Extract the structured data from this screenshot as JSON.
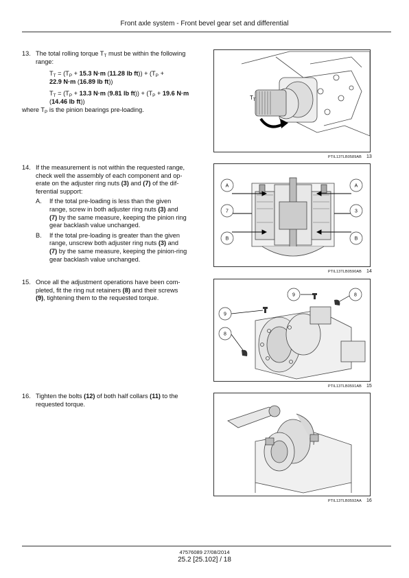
{
  "header": "Front axle system - Front bevel gear set and differential",
  "steps": [
    {
      "number": "13.",
      "lines_intro": "The total rolling torque T",
      "intro_sub": "T",
      "intro_tail": " must be within the following",
      "intro_line2": "range:",
      "formula1": {
        "a": "T",
        "a_sub": "T",
        "b": " = (T",
        "b_sub": "P",
        "c": " + ",
        "c_bold": "15.3 N·m",
        "d": " (",
        "d_bold": "11.28 lb ft",
        "e": ")) + (T",
        "e_sub": "P",
        "f": " +",
        "line2_bold1": "22.9 N·m",
        "line2_mid": " (",
        "line2_bold2": "16.89 lb ft",
        "line2_end": "))"
      },
      "formula2": {
        "a": "T",
        "a_sub": "T",
        "b": " = (T",
        "b_sub": "P",
        "c": " + ",
        "c_bold": "13.3 N·m",
        "d": " (",
        "d_bold": "9.81 lb ft",
        "e": ")) + (T",
        "e_sub": "P",
        "f": " + ",
        "f_bold": "19.6 N·m",
        "line2_mid": "(",
        "line2_bold": "14.46 lb ft",
        "line2_end": "))"
      },
      "where_a": "where T",
      "where_sub": "P",
      "where_b": " is the pinion bearings pre-loading.",
      "figure": {
        "caption": "PTIL13TLB0589AB",
        "number": "13",
        "label": "T",
        "label_sub": "T"
      }
    },
    {
      "number": "14.",
      "l1": "If the measurement is not within the requested range,",
      "l2": "check well the assembly of each component and op-",
      "l3a": "erate on the adjuster ring nuts ",
      "l3b": "(3)",
      "l3c": " and ",
      "l3d": "(7)",
      "l3e": " of the dif-",
      "l4": "ferential support:",
      "subA": {
        "letter": "A.",
        "l1": "If the total pre-loading is less than the given",
        "l2a": "range, screw in both adjuster ring nuts ",
        "l2b": "(3)",
        "l2c": " and",
        "l3a": "(7)",
        "l3b": " by the same measure, keeping the pinion ring",
        "l4": "gear backlash value unchanged."
      },
      "subB": {
        "letter": "B.",
        "l1": "If the total pre-loading is greater than the given",
        "l2a": "range, unscrew both adjuster ring nuts ",
        "l2b": "(3)",
        "l2c": " and",
        "l3a": "(7)",
        "l3b": " by the same measure, keeping the pinion-ring",
        "l4": "gear backlash value unchanged."
      },
      "figure": {
        "caption": "PTIL13TLB0590AB",
        "number": "14",
        "callouts": [
          "A",
          "A",
          "7",
          "3",
          "B",
          "B"
        ]
      }
    },
    {
      "number": "15.",
      "l1": "Once all the adjustment operations have been com-",
      "l2a": "pleted, fit the ring nut retainers ",
      "l2b": "(8)",
      "l2c": " and their screws",
      "l3a": "(9)",
      "l3b": ", tightening them to the requested torque.",
      "figure": {
        "caption": "PTIL13TLB0591AB",
        "number": "15",
        "callouts": [
          "9",
          "8",
          "9",
          "8"
        ]
      }
    },
    {
      "number": "16.",
      "l1a": "Tighten the bolts ",
      "l1b": "(12)",
      "l1c": " of both half collars ",
      "l1d": "(11)",
      "l1e": " to the",
      "l2": "requested torque.",
      "figure": {
        "caption": "PTIL13TLB0592AA",
        "number": "16"
      }
    }
  ],
  "footer": {
    "doc": "47576089 27/08/2014",
    "page": "25.2 [25.102] / 18"
  }
}
